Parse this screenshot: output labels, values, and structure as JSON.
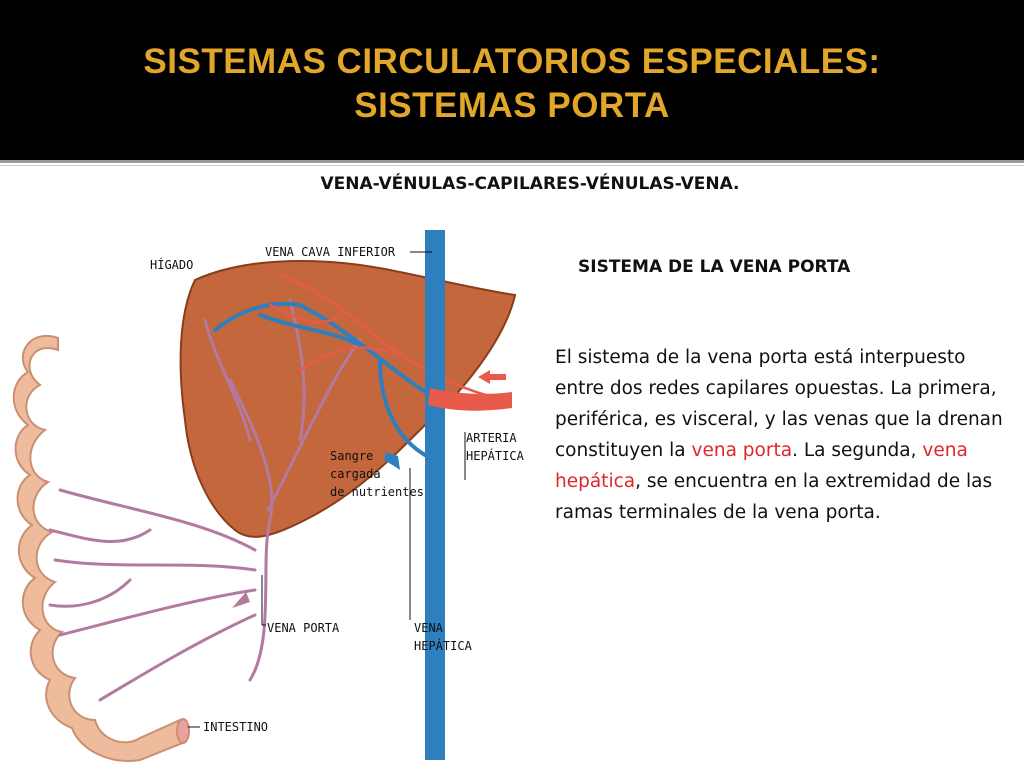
{
  "slide": {
    "title_line1": "SISTEMAS CIRCULATORIOS ESPECIALES:",
    "title_line2": "SISTEMAS PORTA",
    "sequence": "VENA-VÉNULAS-CAPILARES-VÉNULAS-VENA.",
    "section_heading": "SISTEMA DE LA VENA PORTA",
    "body": {
      "p1": "El sistema de la vena porta está interpuesto entre dos redes capilares opuestas. La primera, periférica, es visceral, y las venas que la drenan constituyen la ",
      "h1": "vena porta",
      "p2": ". La segunda, ",
      "h2": "vena hepática",
      "p3": ", se encuentra en la extremidad de las ramas terminales de la vena porta."
    }
  },
  "diagram": {
    "labels": {
      "liver": "HÍGADO",
      "ivc": "VENA CAVA INFERIOR",
      "artery_1": "ARTERIA",
      "artery_2": "HEPÁTICA",
      "blood_1": "Sangre",
      "blood_2": "cargada",
      "blood_3": "de nutrientes",
      "portal": "VENA PORTA",
      "hepatic_1": "VENA",
      "hepatic_2": "HEPÁTICA",
      "intestine": "INTESTINO"
    },
    "colors": {
      "liver": "#c4673c",
      "vein_blue": "#2d7fbe",
      "artery_red": "#e85a4a",
      "portal_purple": "#b27aa0",
      "intestine": "#eebc9c"
    }
  }
}
